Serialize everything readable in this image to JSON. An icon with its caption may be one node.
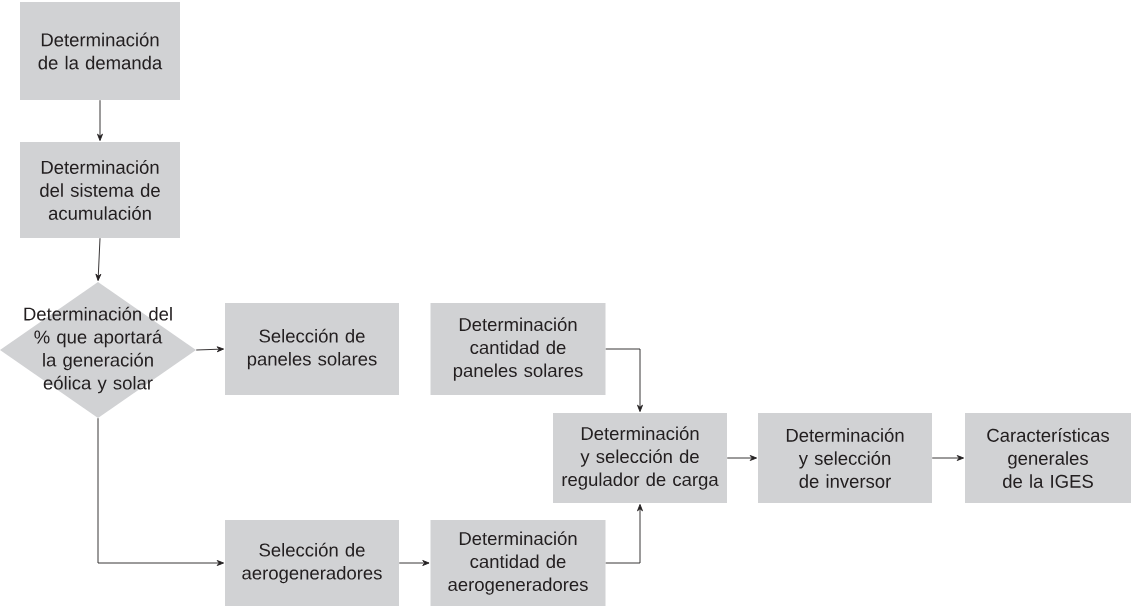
{
  "diagram": {
    "nodes": [
      {
        "text": [
          "Determinación de la demanda"
        ]
      },
      {
        "text": [
          "Determinación del sistema de acumulación"
        ]
      },
      {
        "text": [
          "Determinación del % que aportará la generación eólica y solar"
        ]
      },
      {
        "text": [
          "Selección de paneles solares"
        ]
      },
      {
        "text": [
          "Determinación cantidad de paneles solares"
        ]
      },
      {
        "text": [
          "Determinación y selección de regulador de carga"
        ]
      },
      {
        "text": [
          "Determinación y selección de inversor"
        ]
      },
      {
        "text": [
          "Características generales de la IGES"
        ]
      },
      {
        "text": [
          "Selección de aerogeneradores"
        ]
      },
      {
        "text": [
          "Determinación cantidad de aerogeneradores"
        ]
      }
    ],
    "edges": [
      {
        "from": 0,
        "to": 1,
        "arrow": "to"
      },
      {
        "from": 1,
        "to": 2,
        "arrow": "to"
      },
      {
        "from": 2,
        "to": 3,
        "arrow": "to"
      },
      {
        "from": 2,
        "to": 8,
        "arrow": "to"
      },
      {
        "from": 8,
        "to": 9,
        "arrow": "to"
      },
      {
        "from": 4,
        "to": 5,
        "arrow": "to"
      },
      {
        "from": 9,
        "to": 5,
        "arrow": "to"
      },
      {
        "from": 5,
        "to": 6,
        "arrow": "to"
      },
      {
        "from": 6,
        "to": 7,
        "arrow": "to"
      }
    ]
  }
}
